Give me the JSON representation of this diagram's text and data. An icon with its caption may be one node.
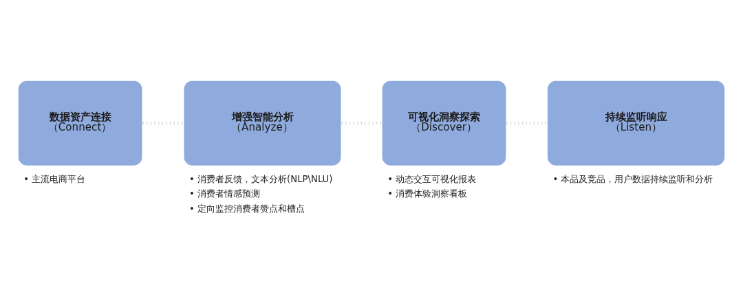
{
  "diagram": {
    "nodes": [
      {
        "text": [
          "数据资产连接",
          "（Connect）"
        ],
        "beside": [
          "• 主流电商平台"
        ]
      },
      {
        "text": [
          "增强智能分析",
          "（Analyze）"
        ],
        "beside": [
          "• 消费者反馈，文本分析(NLP\\NLU)",
          "• 消费者情感预测",
          "• 定向监控消费者赞点和槽点"
        ]
      },
      {
        "text": [
          "可视化洞察探索",
          "（Discover）"
        ],
        "beside": [
          "• 动态交互可视化报表",
          "• 消费体验洞察看板"
        ]
      },
      {
        "text": [
          "持续监听响应",
          "（Listen）"
        ],
        "beside": [
          "• 本品及竞品，用户数据持续监听和分析"
        ]
      }
    ],
    "edges": [
      {
        "from": 0,
        "to": 1,
        "arrow": "none"
      },
      {
        "from": 1,
        "to": 2,
        "arrow": "none"
      },
      {
        "from": 2,
        "to": 3,
        "arrow": "none"
      }
    ]
  }
}
